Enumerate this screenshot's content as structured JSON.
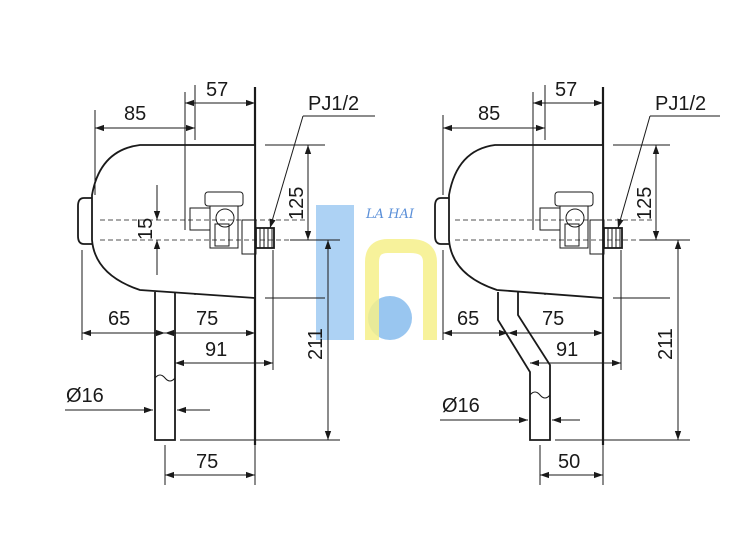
{
  "watermark": {
    "text": "LA HAI",
    "colors": {
      "blue": "#8ec0ee",
      "yellow": "#f6f08a"
    }
  },
  "left_view": {
    "dimensions": {
      "width_85": "85",
      "width_57": "57",
      "thread": "PJ1/2",
      "height_125": "125",
      "offset_15": "15",
      "width_65": "65",
      "width_75_top": "75",
      "width_91": "91",
      "height_211": "211",
      "pipe_diameter": "Ø16",
      "width_75_bottom": "75"
    }
  },
  "right_view": {
    "dimensions": {
      "width_85": "85",
      "width_57": "57",
      "thread": "PJ1/2",
      "height_125": "125",
      "width_65": "65",
      "width_75_top": "75",
      "width_91": "91",
      "height_211": "211",
      "pipe_diameter": "Ø16",
      "width_50_bottom": "50"
    }
  }
}
